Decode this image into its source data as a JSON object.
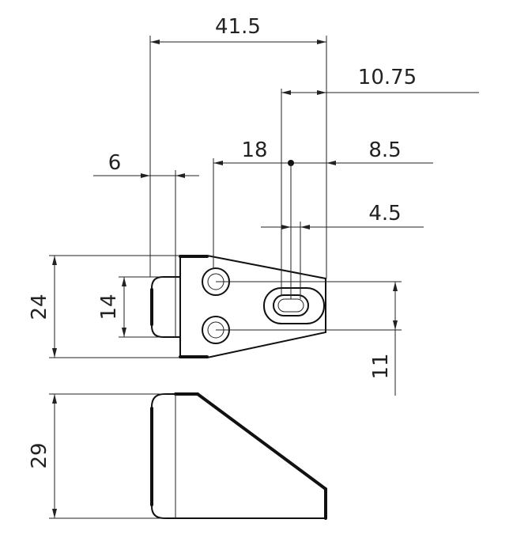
{
  "dimensions": {
    "overall_width": "41.5",
    "slot_offset": "10.75",
    "hole_to_slot": "18",
    "slot_to_edge": "8.5",
    "boss_width": "6",
    "slot_width": "4.5",
    "body_height": "24",
    "boss_height": "14",
    "hole_spacing": "11",
    "side_height": "29"
  },
  "colors": {
    "line": "#222222",
    "background": "#ffffff"
  }
}
